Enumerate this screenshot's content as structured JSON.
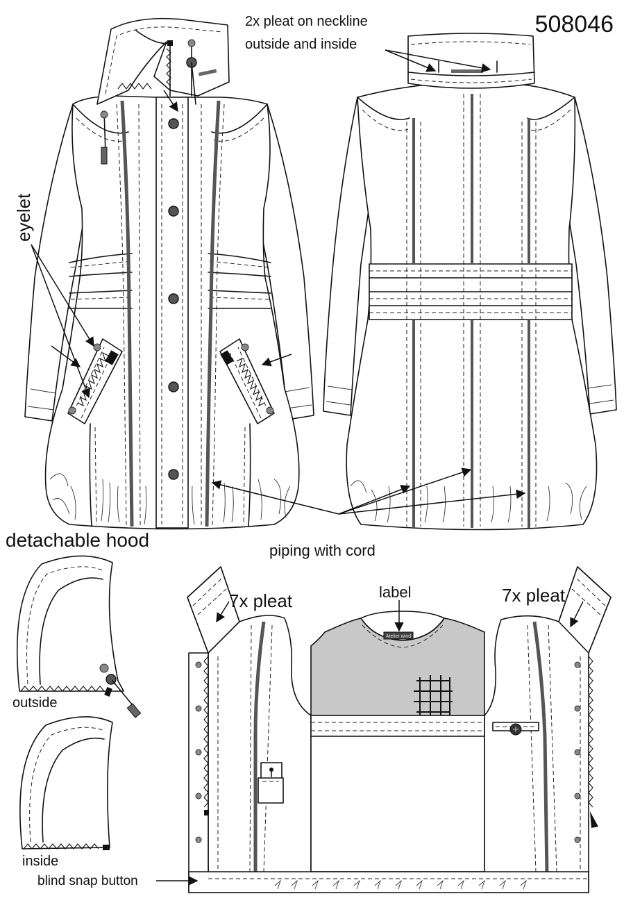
{
  "style_number": "508046",
  "labels": {
    "pleat_neckline_line1": "2x pleat on neckline",
    "pleat_neckline_line2": "outside and inside",
    "eyelet": "eyelet",
    "detachable_hood": "detachable hood",
    "piping_with_cord": "piping with cord",
    "label": "label",
    "pleat_left": "7x pleat",
    "pleat_right": "7x pleat",
    "outside": "outside",
    "inside": "inside",
    "blind_snap_button": "blind snap button",
    "tag_text": "Atelier wind"
  },
  "colors": {
    "outline": "#111111",
    "piping": "#555555",
    "lining_panel": "#c8c8c8",
    "background": "#ffffff"
  }
}
